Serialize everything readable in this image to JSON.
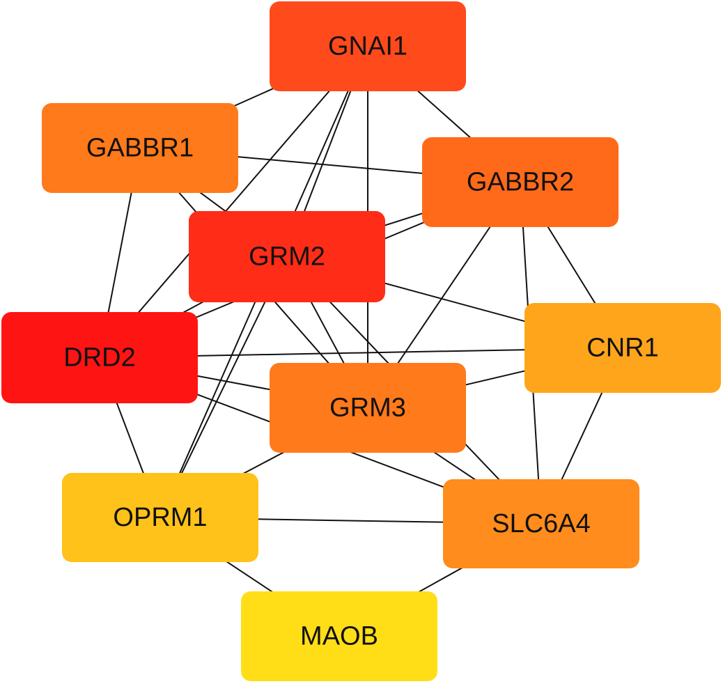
{
  "diagram": {
    "nodes": [
      {
        "id": "GNAI1",
        "label": "GNAI1",
        "color": "#FF4A1C"
      },
      {
        "id": "GABBR1",
        "label": "GABBR1",
        "color": "#FF7A1A"
      },
      {
        "id": "GABBR2",
        "label": "GABBR2",
        "color": "#FF6A1A"
      },
      {
        "id": "GRM2",
        "label": "GRM2",
        "color": "#FF2C18"
      },
      {
        "id": "DRD2",
        "label": "DRD2",
        "color": "#FF1414"
      },
      {
        "id": "CNR1",
        "label": "CNR1",
        "color": "#FFA51C"
      },
      {
        "id": "GRM3",
        "label": "GRM3",
        "color": "#FF7A1A"
      },
      {
        "id": "OPRM1",
        "label": "OPRM1",
        "color": "#FFC21A"
      },
      {
        "id": "SLC6A4",
        "label": "SLC6A4",
        "color": "#FF8C1C"
      },
      {
        "id": "MAOB",
        "label": "MAOB",
        "color": "#FFDE18"
      }
    ],
    "edges": [
      [
        "GNAI1",
        "GABBR1"
      ],
      [
        "GNAI1",
        "GABBR2"
      ],
      [
        "GNAI1",
        "GRM2"
      ],
      [
        "GNAI1",
        "DRD2"
      ],
      [
        "GNAI1",
        "GRM3"
      ],
      [
        "GNAI1",
        "OPRM1"
      ],
      [
        "GABBR1",
        "GABBR2"
      ],
      [
        "GABBR1",
        "GRM2"
      ],
      [
        "GABBR1",
        "DRD2"
      ],
      [
        "GABBR1",
        "GRM3"
      ],
      [
        "GABBR2",
        "GRM2"
      ],
      [
        "GABBR2",
        "DRD2"
      ],
      [
        "GABBR2",
        "CNR1"
      ],
      [
        "GABBR2",
        "GRM3"
      ],
      [
        "GABBR2",
        "SLC6A4"
      ],
      [
        "GRM2",
        "DRD2"
      ],
      [
        "GRM2",
        "CNR1"
      ],
      [
        "GRM2",
        "GRM3"
      ],
      [
        "GRM2",
        "OPRM1"
      ],
      [
        "GRM2",
        "SLC6A4"
      ],
      [
        "DRD2",
        "CNR1"
      ],
      [
        "DRD2",
        "GRM3"
      ],
      [
        "DRD2",
        "OPRM1"
      ],
      [
        "DRD2",
        "SLC6A4"
      ],
      [
        "CNR1",
        "GRM3"
      ],
      [
        "CNR1",
        "SLC6A4"
      ],
      [
        "GRM3",
        "OPRM1"
      ],
      [
        "GRM3",
        "SLC6A4"
      ],
      [
        "OPRM1",
        "SLC6A4"
      ],
      [
        "OPRM1",
        "MAOB"
      ],
      [
        "SLC6A4",
        "MAOB"
      ]
    ]
  }
}
